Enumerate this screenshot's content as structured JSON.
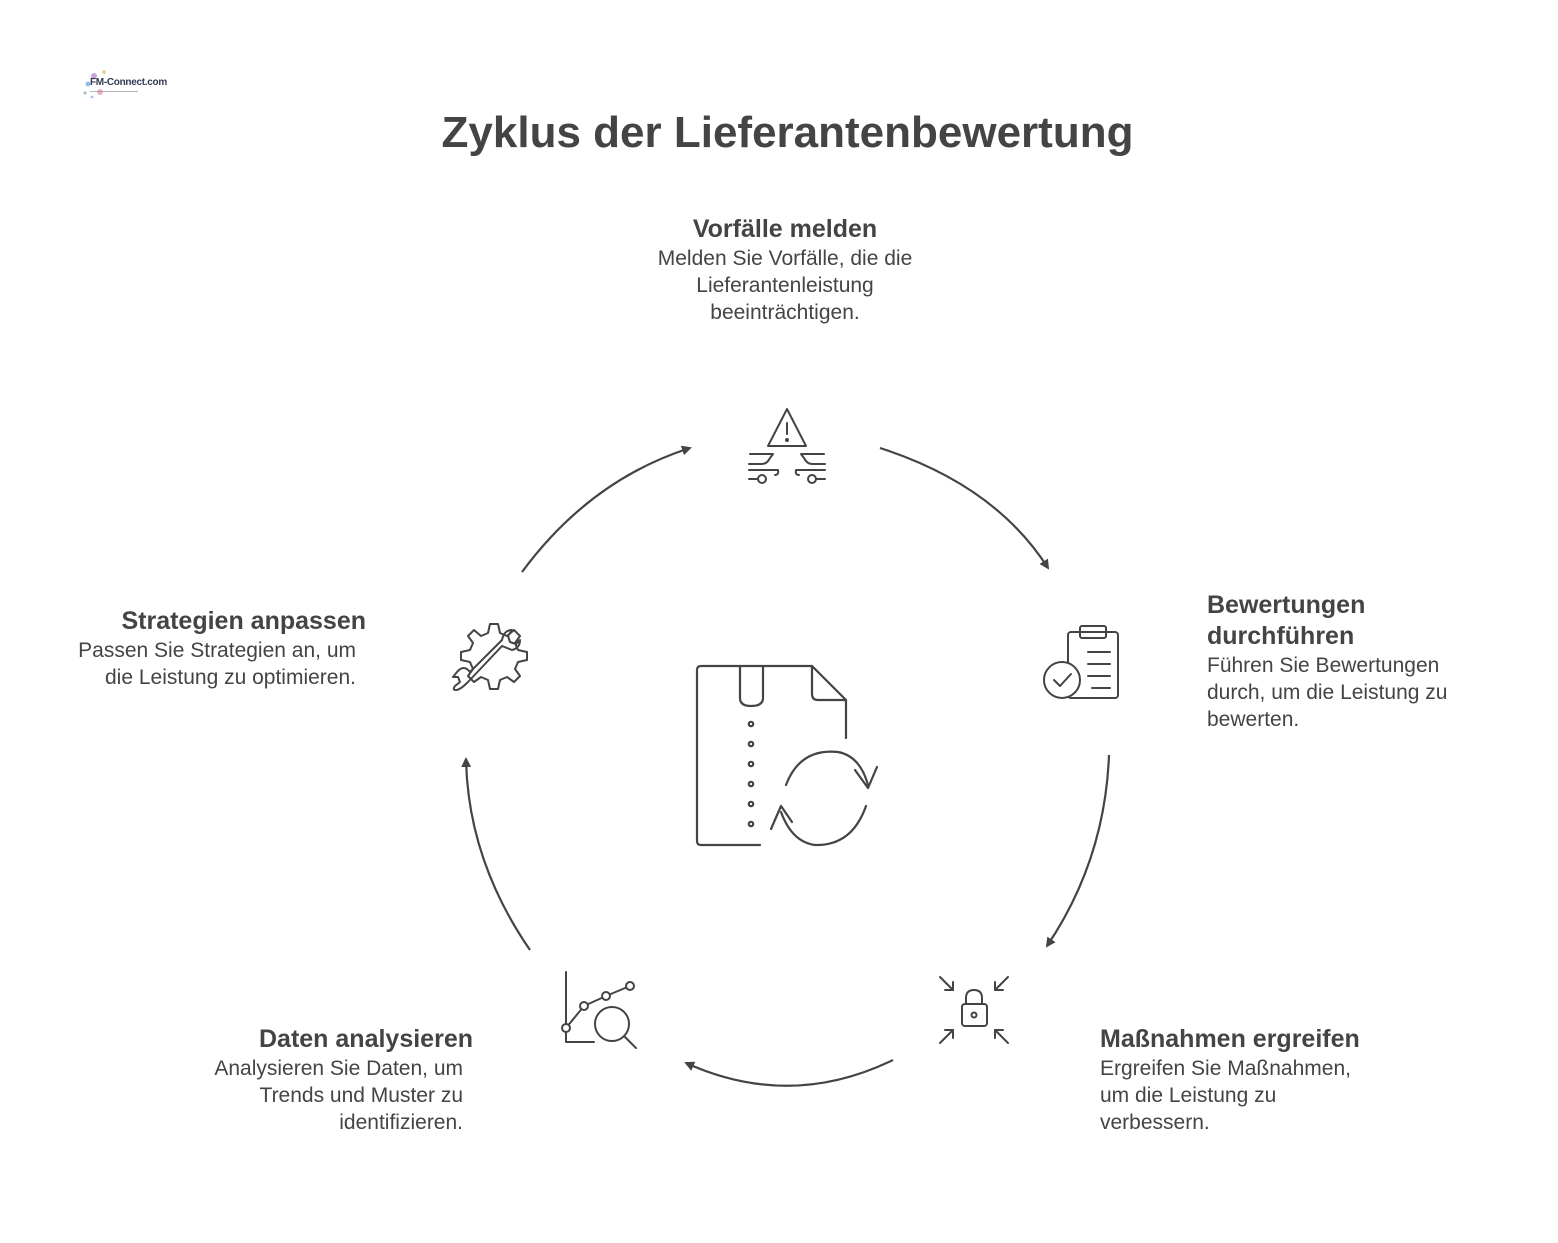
{
  "logo": {
    "text": "FM-Connect.com"
  },
  "title": "Zyklus der Lieferantenbewertung",
  "center_icon": "document-refresh-icon",
  "steps": [
    {
      "title": "Vorfälle melden",
      "description": "Melden Sie Vorfälle, die die Lieferantenleistung beeinträchtigen.",
      "icon": "warning-cars-icon"
    },
    {
      "title": "Bewertungen durchführen",
      "description": "Führen Sie Bewertungen durch, um die Leistung zu bewerten.",
      "icon": "clipboard-check-icon"
    },
    {
      "title": "Maßnahmen ergreifen",
      "description": "Ergreifen Sie Maßnahmen, um die Leistung zu verbessern.",
      "icon": "lock-arrows-icon"
    },
    {
      "title": "Daten analysieren",
      "description": "Analysieren Sie Daten, um Trends und Muster zu identifizieren.",
      "icon": "chart-magnifier-icon"
    },
    {
      "title": "Strategien anpassen",
      "description": "Passen Sie Strategien an, um die Leistung zu optimieren.",
      "icon": "gear-wrench-icon"
    }
  ],
  "colors": {
    "text": "#444444",
    "stroke": "#444444",
    "background": "#ffffff"
  }
}
